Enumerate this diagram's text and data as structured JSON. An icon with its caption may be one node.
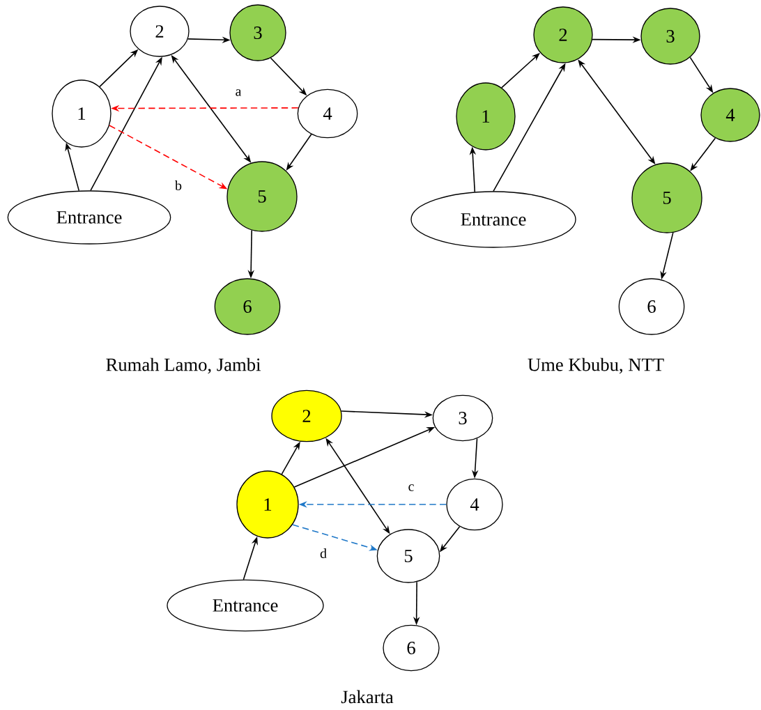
{
  "diagram": {
    "nodes": [
      {
        "text": [
          "1"
        ]
      },
      {
        "text": [
          "2"
        ]
      },
      {
        "text": [
          "3"
        ]
      },
      {
        "text": [
          "4"
        ]
      },
      {
        "text": [
          "5"
        ]
      },
      {
        "text": [
          "6"
        ]
      },
      {
        "text": [
          "Entrance"
        ]
      },
      {
        "text": [
          "1"
        ]
      },
      {
        "text": [
          "2"
        ]
      },
      {
        "text": [
          "3"
        ]
      },
      {
        "text": [
          "4"
        ]
      },
      {
        "text": [
          "5"
        ]
      },
      {
        "text": [
          "6"
        ]
      },
      {
        "text": [
          "Entrance"
        ]
      },
      {
        "text": [
          "1"
        ]
      },
      {
        "text": [
          "2"
        ]
      },
      {
        "text": [
          "3"
        ]
      },
      {
        "text": [
          "4"
        ]
      },
      {
        "text": [
          "5"
        ]
      },
      {
        "text": [
          "6"
        ]
      },
      {
        "text": [
          "Entrance"
        ]
      }
    ],
    "edges": [
      {
        "from": 0,
        "to": 1,
        "arrow": "to"
      },
      {
        "from": 6,
        "to": 0,
        "arrow": "to"
      },
      {
        "from": 6,
        "to": 1,
        "arrow": "to"
      },
      {
        "from": 1,
        "to": 2,
        "arrow": "to"
      },
      {
        "from": 2,
        "to": 3,
        "arrow": "to"
      },
      {
        "from": 3,
        "to": 4,
        "arrow": "to"
      },
      {
        "from": 1,
        "to": 4,
        "arrow": "both"
      },
      {
        "from": 3,
        "to": 0,
        "arrow": "to",
        "label": "a",
        "style": "dashed",
        "color": "#ff0000"
      },
      {
        "from": 0,
        "to": 4,
        "arrow": "to",
        "label": "b",
        "style": "dashed",
        "color": "#ff0000"
      },
      {
        "from": 4,
        "to": 5,
        "arrow": "to"
      },
      {
        "from": 7,
        "to": 8,
        "arrow": "to"
      },
      {
        "from": 13,
        "to": 7,
        "arrow": "to"
      },
      {
        "from": 13,
        "to": 8,
        "arrow": "to"
      },
      {
        "from": 8,
        "to": 9,
        "arrow": "to"
      },
      {
        "from": 9,
        "to": 10,
        "arrow": "to"
      },
      {
        "from": 10,
        "to": 11,
        "arrow": "to"
      },
      {
        "from": 8,
        "to": 11,
        "arrow": "both"
      },
      {
        "from": 11,
        "to": 12,
        "arrow": "to"
      },
      {
        "from": 20,
        "to": 14,
        "arrow": "to"
      },
      {
        "from": 14,
        "to": 15,
        "arrow": "to"
      },
      {
        "from": 14,
        "to": 16,
        "arrow": "to"
      },
      {
        "from": 15,
        "to": 16,
        "arrow": "to"
      },
      {
        "from": 16,
        "to": 17,
        "arrow": "to"
      },
      {
        "from": 17,
        "to": 18,
        "arrow": "to"
      },
      {
        "from": 15,
        "to": 18,
        "arrow": "both"
      },
      {
        "from": 17,
        "to": 14,
        "arrow": "to",
        "label": "c",
        "style": "dashed",
        "color": "#1f78c8"
      },
      {
        "from": 14,
        "to": 18,
        "arrow": "to",
        "label": "d",
        "style": "dashed",
        "color": "#1f78c8"
      },
      {
        "from": 18,
        "to": 19,
        "arrow": "to"
      }
    ],
    "labels": [
      "Rumah Lamo, Jambi",
      "Ume Kbubu, NTT",
      "Jakarta"
    ]
  }
}
